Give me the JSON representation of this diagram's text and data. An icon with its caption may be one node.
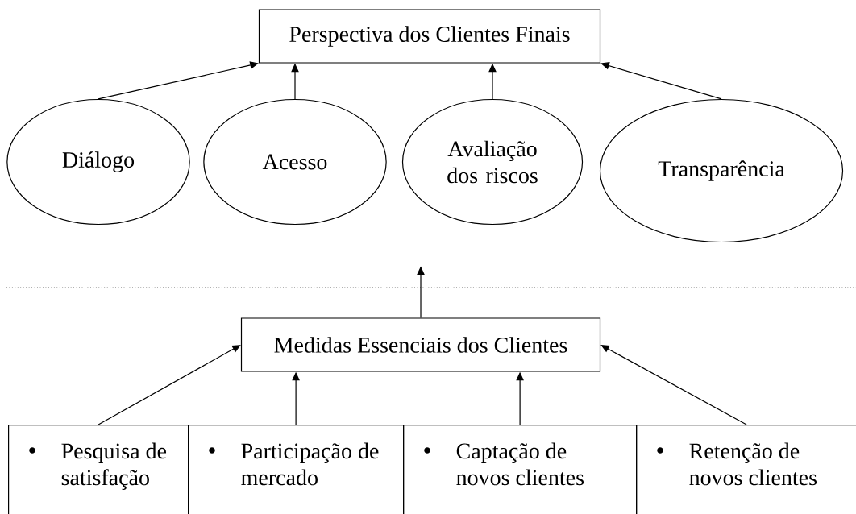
{
  "diagram": {
    "nodes": [
      {
        "text": [
          "Perspectiva dos Clientes Finais"
        ]
      },
      {
        "text": [
          "Diálogo"
        ]
      },
      {
        "text": [
          "Acesso"
        ]
      },
      {
        "text": [
          "Avaliação dos riscos"
        ]
      },
      {
        "text": [
          "Transparência"
        ]
      },
      {
        "text": [
          "Medidas Essenciais dos Clientes"
        ]
      },
      {
        "text": [
          "Pesquisa de satisfação"
        ]
      },
      {
        "text": [
          "Participação de mercado"
        ]
      },
      {
        "text": [
          "Captação de novos clientes"
        ]
      },
      {
        "text": [
          "Retenção de novos clientes"
        ]
      }
    ],
    "edges": [
      {
        "from": 1,
        "to": 0,
        "arrow": "to"
      },
      {
        "from": 2,
        "to": 0,
        "arrow": "to"
      },
      {
        "from": 3,
        "to": 0,
        "arrow": "to"
      },
      {
        "from": 4,
        "to": 0,
        "arrow": "to"
      },
      {
        "from": 5,
        "to": null,
        "arrow": "to"
      },
      {
        "from": 6,
        "to": 5,
        "arrow": "to"
      },
      {
        "from": 7,
        "to": 5,
        "arrow": "to"
      },
      {
        "from": 8,
        "to": 5,
        "arrow": "to"
      },
      {
        "from": 9,
        "to": 5,
        "arrow": "to"
      }
    ]
  }
}
